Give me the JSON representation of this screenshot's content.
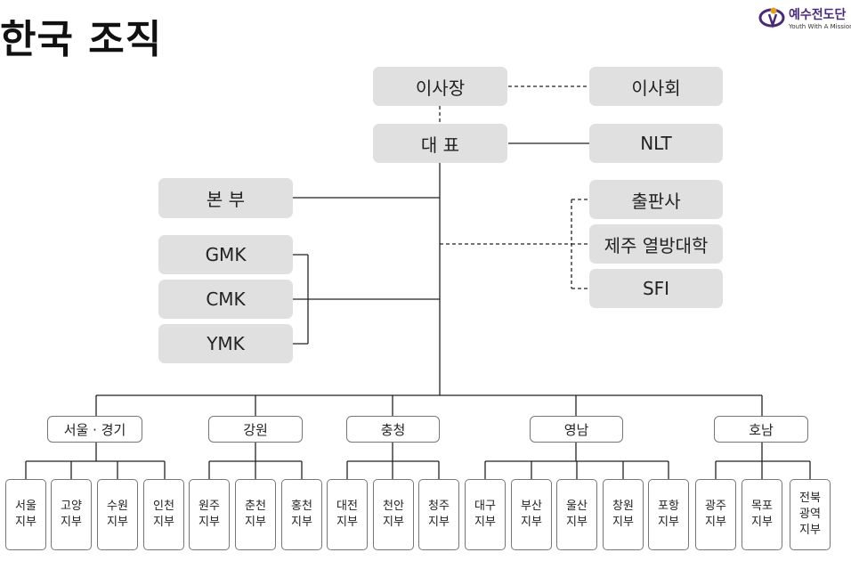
{
  "title": "한국 조직",
  "logo": {
    "text_ko": "예수전도단",
    "text_en": "Youth With A Mission",
    "color": "#4a2a78"
  },
  "diagram": {
    "top": {
      "chairman": "이사장",
      "board": "이사회",
      "representative": "대 표",
      "nlt": "NLT"
    },
    "left": {
      "headquarters": "본 부",
      "gmk": "GMK",
      "cmk": "CMK",
      "ymk": "YMK"
    },
    "right": {
      "publisher": "출판사",
      "jeju": "제주 열방대학",
      "sfi": "SFI"
    },
    "regions": [
      {
        "name": "서울 · 경기",
        "branches": [
          "서울\n지부",
          "고양\n지부",
          "수원\n지부",
          "인천\n지부"
        ]
      },
      {
        "name": "강원",
        "branches": [
          "원주\n지부",
          "춘천\n지부",
          "홍천\n지부"
        ]
      },
      {
        "name": "충청",
        "branches": [
          "대전\n지부",
          "천안\n지부",
          "청주\n지부"
        ]
      },
      {
        "name": "영남",
        "branches": [
          "대구\n지부",
          "부산\n지부",
          "울산\n지부",
          "창원\n지부",
          "포항\n지부"
        ]
      },
      {
        "name": "호남",
        "branches": [
          "광주\n지부",
          "목포\n지부",
          "전북\n광역\n지부"
        ]
      }
    ]
  }
}
